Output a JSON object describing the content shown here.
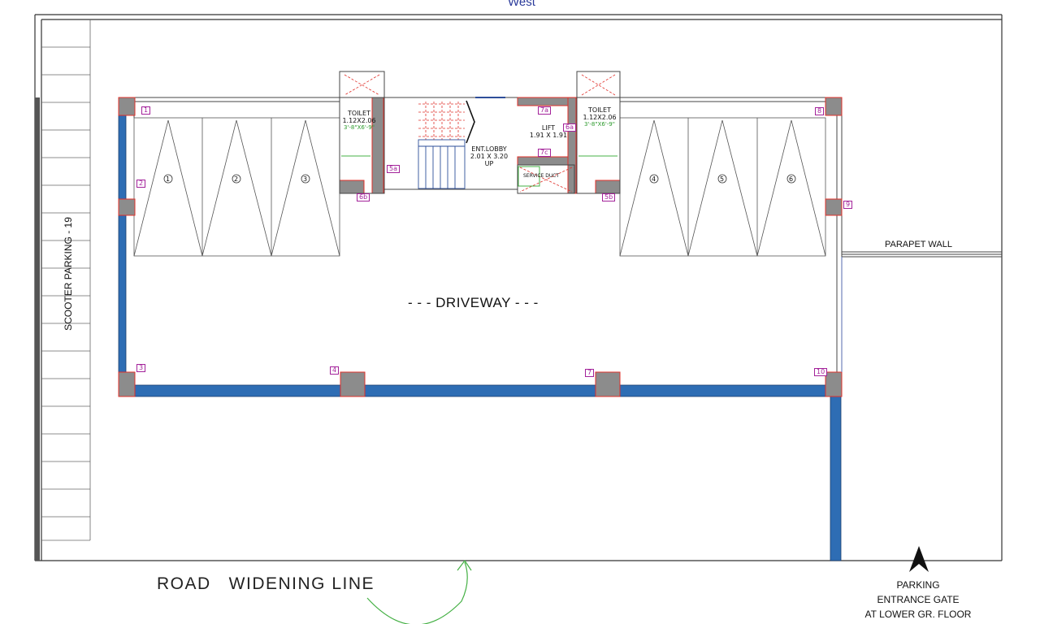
{
  "north_label": "West",
  "scooter_parking": "SCOOTER PARKING - 19",
  "driveway": "- - - DRIVEWAY - - -",
  "parapet_wall": "PARAPET WALL",
  "road_widening": "ROAD   WIDENING LINE",
  "entrance": {
    "line1": "PARKING",
    "line2": "ENTRANCE GATE",
    "line3": "AT LOWER GR. FLOOR"
  },
  "toilet_left": {
    "name": "TOILET",
    "size": "1.12X2.06",
    "imperial": "3'-8\"X6'-9\""
  },
  "toilet_right": {
    "name": "TOILET",
    "size": "1.12X2.06",
    "imperial": "3'-8\"X6'-9\""
  },
  "lobby": {
    "name": "ENT.LOBBY",
    "size": "2.01 X 3.20",
    "up": "UP"
  },
  "lift": {
    "name": "LIFT",
    "size": "1.91 X 1.91"
  },
  "service_duct": "SERVICE DUCT",
  "parking_slots": [
    "1",
    "2",
    "3",
    "4",
    "5",
    "6"
  ],
  "column_tags": [
    "1",
    "2",
    "3",
    "4",
    "7",
    "8",
    "9",
    "10",
    "5a",
    "5b",
    "6a",
    "6b",
    "7a",
    "7c"
  ],
  "colors": {
    "wall_blue": "#2e6db4",
    "column_grey": "#8c8c8c",
    "column_outline": "#e0302a",
    "tag_magenta": "#a3229a",
    "arc_green": "#44b044",
    "stair_red": "#e0302a"
  }
}
